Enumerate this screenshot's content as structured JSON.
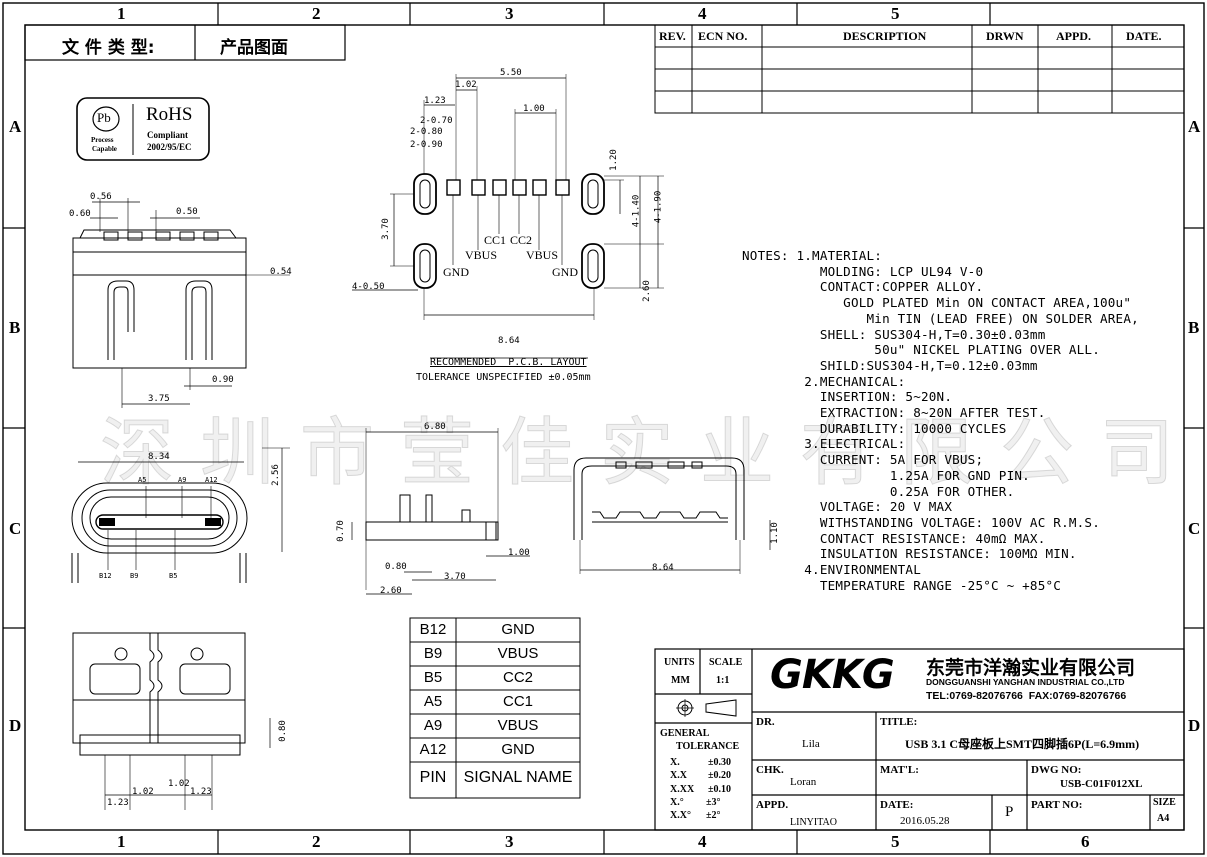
{
  "grid": {
    "columns": [
      "1",
      "2",
      "3",
      "4",
      "5",
      "6"
    ],
    "rows": [
      "A",
      "B",
      "C",
      "D"
    ]
  },
  "doc_type": {
    "label": "文 件 类 型:",
    "value": "产品图面"
  },
  "revision_table": {
    "headers": [
      "REV.",
      "ECN NO.",
      "DESCRIPTION",
      "DRWN",
      "APPD.",
      "DATE."
    ]
  },
  "rohs": {
    "pb_badge": "Pb",
    "pb_line1": "Process",
    "pb_line2": "Capable",
    "title": "RoHS",
    "line1": "Compliant",
    "line2": "2002/95/EC"
  },
  "top_view_dims": {
    "d056": "0.56",
    "d060": "0.60",
    "d050": "0.50",
    "d054": "0.54",
    "d375": "3.75",
    "d090": "0.90"
  },
  "pcb": {
    "dims": {
      "d550": "5.50",
      "d102": "1.02",
      "d123": "1.23",
      "d100": "1.00",
      "d2x070": "2-0.70",
      "d2x080": "2-0.80",
      "d2x090": "2-0.90",
      "d120": "1.20",
      "d370": "3.70",
      "d4x140": "4-1.40",
      "d4x190": "4-1.90",
      "d260": "2.60",
      "d4x050": "4-0.50",
      "d864": "8.64"
    },
    "labels": {
      "gnd_l": "GND",
      "vbus_l": "VBUS",
      "cc1": "CC1",
      "cc2": "CC2",
      "vbus_r": "VBUS",
      "gnd_r": "GND"
    },
    "caption": "RECOMMENDED  P.C.B. LAYOUT",
    "tolerance": "TOLERANCE UNSPECIFIED ±0.05mm"
  },
  "front_view": {
    "d834": "8.34",
    "a5": "A5",
    "a9": "A9",
    "a12": "A12",
    "d256": "2.56",
    "b12": "B12",
    "b9": "B9",
    "b5": "B5"
  },
  "side_view": {
    "d680": "6.80",
    "d070": "0.70",
    "d100": "1.00",
    "d080": "0.80",
    "d370": "3.70",
    "d260": "2.60"
  },
  "rear_view": {
    "d864": "8.64",
    "d110": "1.10"
  },
  "bottom_view": {
    "d080": "0.80",
    "d123a": "1.23",
    "d102a": "1.02",
    "d102b": "1.02",
    "d123b": "1.23"
  },
  "notes": [
    "NOTES: 1.MATERIAL:",
    "          MOLDING: LCP UL94 V-0",
    "          CONTACT:COPPER ALLOY.",
    "             GOLD PLATED Min ON CONTACT AREA,100u\"",
    "                Min TIN (LEAD FREE) ON SOLDER AREA,",
    "          SHELL: SUS304-H,T=0.30±0.03mm",
    "                 50u\" NICKEL PLATING OVER ALL.",
    "          SHILD:SUS304-H,T=0.12±0.03mm",
    "        2.MECHANICAL:",
    "          INSERTION: 5~20N.",
    "          EXTRACTION: 8~20N AFTER TEST.",
    "          DURABILITY: 10000 CYCLES",
    "        3.ELECTRICAL:",
    "          CURRENT: 5A FOR VBUS;",
    "                   1.25A FOR GND PIN.",
    "                   0.25A FOR OTHER.",
    "          VOLTAGE: 20 V MAX",
    "          WITHSTANDING VOLTAGE: 100V AC R.M.S.",
    "          CONTACT RESISTANCE: 40mΩ MAX.",
    "          INSULATION RESISTANCE: 100MΩ MIN.",
    "        4.ENVIRONMENTAL",
    "          TEMPERATURE RANGE -25°C ~ +85°C"
  ],
  "watermark": "深圳市莹佳实业有限公司",
  "pin_table": {
    "rows": [
      {
        "pin": "B12",
        "name": "GND"
      },
      {
        "pin": "B9",
        "name": "VBUS"
      },
      {
        "pin": "B5",
        "name": "CC2"
      },
      {
        "pin": "A5",
        "name": "CC1"
      },
      {
        "pin": "A9",
        "name": "VBUS"
      },
      {
        "pin": "A12",
        "name": "GND"
      }
    ],
    "header": {
      "pin": "PIN",
      "name": "SIGNAL NAME"
    }
  },
  "title_block": {
    "units_label": "UNITS",
    "units_value": "MM",
    "scale_label": "SCALE",
    "scale_value": "1:1",
    "logo": "GKKG",
    "company_cn": "东莞市洋瀚实业有限公司",
    "company_en": "DONGGUANSHI YANGHAN INDUSTRIAL CO.,LTD",
    "contact": "TEL:0769-82076766  FAX:0769-82076766",
    "dr_label": "DR.",
    "dr_value": "Lila",
    "title_label": "TITLE:",
    "title_value": "USB 3.1 C母座板上SMT四脚插6P(L=6.9mm)",
    "tol_label1": "GENERAL",
    "tol_label2": "TOLERANCE",
    "tolerances": [
      {
        "k": "X.",
        "v": "±0.30"
      },
      {
        "k": "X.X",
        "v": "±0.20"
      },
      {
        "k": "X.XX",
        "v": "±0.10"
      },
      {
        "k": "X.°",
        "v": "±3°"
      },
      {
        "k": "X.X°",
        "v": "±2°"
      }
    ],
    "chk_label": "CHK.",
    "chk_value": "Loran",
    "mat_label": "MAT'L:",
    "dwg_label": "DWG NO:",
    "dwg_value": "USB-C01F012XL",
    "appd_label": "APPD.",
    "appd_value": "LINYITAO",
    "date_label": "DATE:",
    "date_value": "2016.05.28",
    "p_value": "P",
    "partno_label": "PART NO:",
    "size_label": "SIZE",
    "size_value": "A4"
  }
}
